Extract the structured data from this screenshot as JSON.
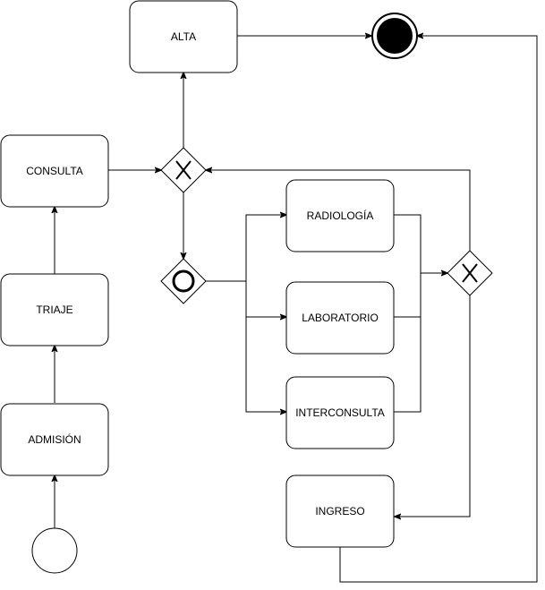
{
  "diagram": {
    "tasks": {
      "alta": "ALTA",
      "consulta": "CONSULTA",
      "triaje": "TRIAJE",
      "admision": "ADMISIÓN",
      "radiologia": "RADIOLOGÍA",
      "laboratorio": "LABORATORIO",
      "interconsulta": "INTERCONSULTA",
      "ingreso": "INGRESO"
    },
    "gateways": {
      "decision_top": "exclusive",
      "split": "inclusive",
      "merge_right": "exclusive"
    },
    "events": {
      "start": "start-event",
      "end": "end-event"
    },
    "flows": [
      [
        "start",
        "admision"
      ],
      [
        "admision",
        "triaje"
      ],
      [
        "triaje",
        "consulta"
      ],
      [
        "consulta",
        "decision_top"
      ],
      [
        "decision_top",
        "alta"
      ],
      [
        "decision_top",
        "split"
      ],
      [
        "split",
        "radiologia"
      ],
      [
        "split",
        "laboratorio"
      ],
      [
        "split",
        "interconsulta"
      ],
      [
        "radiologia",
        "merge_right"
      ],
      [
        "laboratorio",
        "merge_right"
      ],
      [
        "interconsulta",
        "merge_right"
      ],
      [
        "merge_right",
        "decision_top"
      ],
      [
        "merge_right",
        "ingreso"
      ],
      [
        "alta",
        "end"
      ],
      [
        "ingreso",
        "end"
      ]
    ],
    "colors": {
      "stroke": "#000000",
      "fill": "#ffffff"
    }
  }
}
